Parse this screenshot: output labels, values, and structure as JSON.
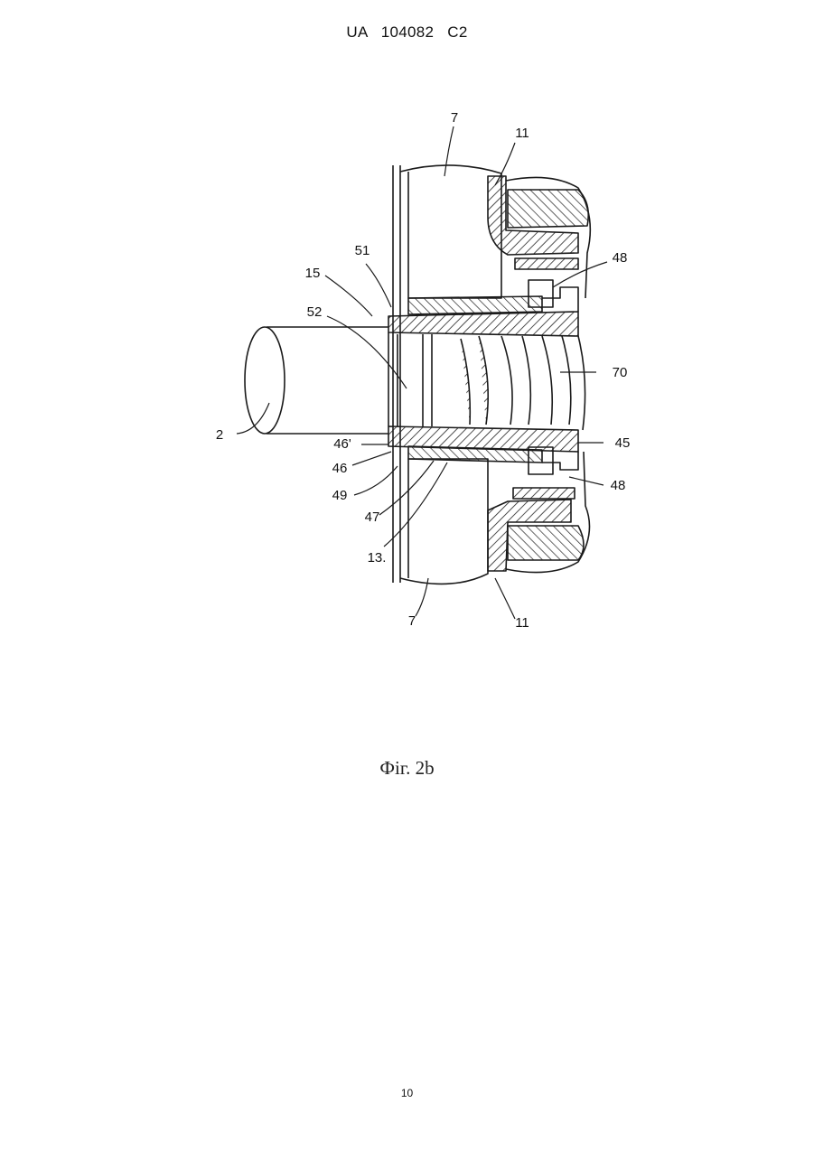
{
  "header": {
    "text": "UA   104082   C2"
  },
  "figure": {
    "caption": "Фіг. 2b",
    "labels": {
      "l7_top": "7",
      "l11_top": "11",
      "l51": "51",
      "l48_top": "48",
      "l15": "15",
      "l52": "52",
      "l70": "70",
      "l2": "2",
      "l46p": "46'",
      "l45": "45",
      "l46": "46",
      "l48_bottom": "48",
      "l49": "49",
      "l47": "47",
      "l13": "13.",
      "l7_bottom": "7",
      "l11_bottom": "11"
    }
  },
  "footer": {
    "page_number": "10"
  }
}
